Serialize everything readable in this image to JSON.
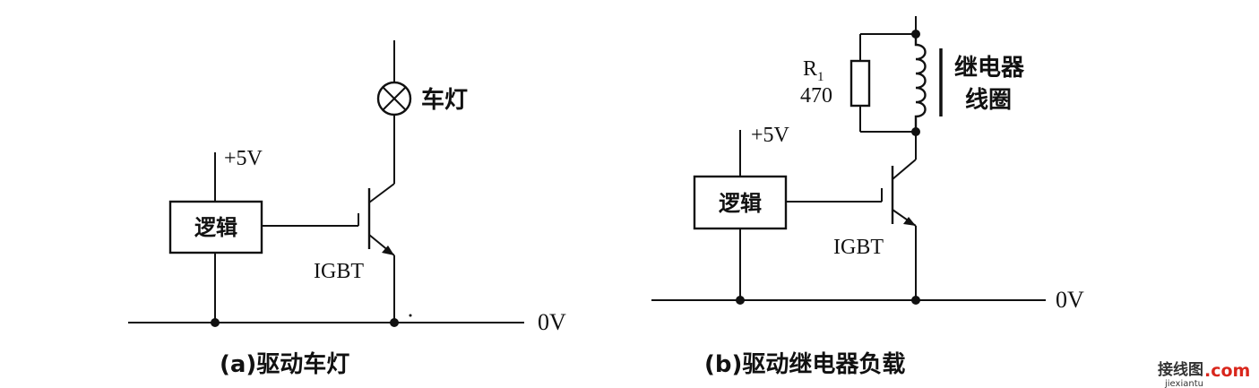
{
  "diagram_a": {
    "supply_label": "+5V",
    "logic_label": "逻辑",
    "device_label": "IGBT",
    "load_label": "车灯",
    "ground_label": "0V",
    "caption": "(a)驱动车灯"
  },
  "diagram_b": {
    "supply_label": "+5V",
    "logic_label": "逻辑",
    "device_label": "IGBT",
    "resistor_name": "R",
    "resistor_sub": "1",
    "resistor_value": "470",
    "coil_label_line1": "继电器",
    "coil_label_line2": "线圈",
    "ground_label": "0V",
    "caption": "(b)驱动继电器负载"
  },
  "watermark": {
    "cn": "接线图",
    "com": ".com",
    "url": "jiexiantu"
  },
  "colors": {
    "ink": "#111111",
    "watermark_red": "#d9261c",
    "watermark_dark": "#333333"
  }
}
